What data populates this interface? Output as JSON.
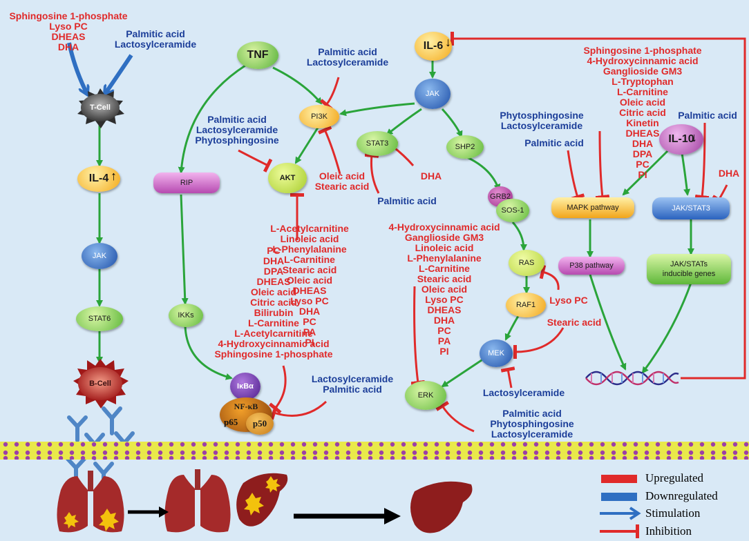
{
  "nodes": {
    "tnf": "TNF",
    "il6": "IL-6",
    "il4": "IL-4",
    "il10": "IL-10",
    "tcell": "T-Cell",
    "bcell": "B-Cell",
    "jak_left": "JAK",
    "stat6": "STAT6",
    "pi3k": "PI3K",
    "akt": "AKT",
    "rip": "RIP",
    "ikks": "IKKs",
    "ikba": "IκBα",
    "nfkb": "NF-κB",
    "p65": "p65",
    "p50": "p50",
    "jak_mid": "JAK",
    "stat3": "STAT3",
    "shp2": "SHP2",
    "grb2": "GRB2",
    "sos1": "SOS-1",
    "ras": "RAS",
    "raf1": "RAF1",
    "mek": "MEK",
    "erk": "ERK",
    "mapk": "MAPK pathway",
    "p38": "P38 pathway",
    "jakstat3": "JAK/STAT3",
    "jakstats_genes": "JAK/STATs\ninducible genes"
  },
  "labels": {
    "tcell_red": "Sphingosine 1-phosphate\nLyso PC\nDHEAS\nDHA",
    "tcell_blue": "Palmitic acid\nLactosylceramide",
    "pi3k_blue": "Palmitic acid\nLactosylceramide",
    "akt_blue": "Palmitic acid\nLactosylceramide\nPhytosphingosine",
    "pi3k_red": "Oleic acid\nStearic acid",
    "stat3_red": "DHA",
    "stat3_blue": "Palmitic acid",
    "akt_red": "L-Acetylcarnitine\nLinoleic acid\nL-Phenylalanine\nL-Carnitine\nStearic acid\nOleic acid\nDHEAS\nLyso PC\nDHA\nPC\nPA\nPI",
    "ikba_red": "PC\nDHA\nDPA\nDHEAS\nOleic acid\nCitric acid\nBilirubin\nL-Carnitine\nL-Acetylcarnitine\n4-Hydroxycinnamic acid\nSphingosine 1-phosphate",
    "nfkb_blue": "Lactosylceramide\nPalmitic acid",
    "erk_red": "4-Hydroxycinnamic acid\nGanglioside GM3\nLinoleic acid\nL-Phenylalanine\nL-Carnitine\nStearic acid\nOleic acid\nLyso PC\nDHEAS\nDHA\nPC\nPA\nPI",
    "ras_red": "Lyso PC",
    "raf_red": "Stearic acid",
    "mek_blue": "Lactosylceramide",
    "erk_blue": "Palmitic acid\nPhytosphingosine\nLactosylceramide",
    "mapk_blue": "Phytosphingosine\nLactosylceramide",
    "mapk_blue2": "Palmitic acid",
    "mapk_red": "Sphingosine 1-phosphate\n4-Hydroxycinnamic acid\nGanglioside GM3\nL-Tryptophan\nL-Carnitine\nOleic acid\nCitric acid\nKinetin\nDHEAS\nDHA\nDPA\nPC\nPI",
    "jakstat3_blue": "Palmitic acid",
    "jakstat3_red": "DHA"
  },
  "legend": {
    "upregulated": "Upregulated",
    "downregulated": "Downregulated",
    "stimulation": "Stimulation",
    "inhibition": "Inhibition"
  },
  "colors": {
    "background": "#d9e9f6",
    "activation": "#2aa43a",
    "inhibition": "#e02a2a",
    "stimulation": "#2f6fc2",
    "upregulated_text": "#e02a2a",
    "downregulated_text": "#1c3e99"
  }
}
